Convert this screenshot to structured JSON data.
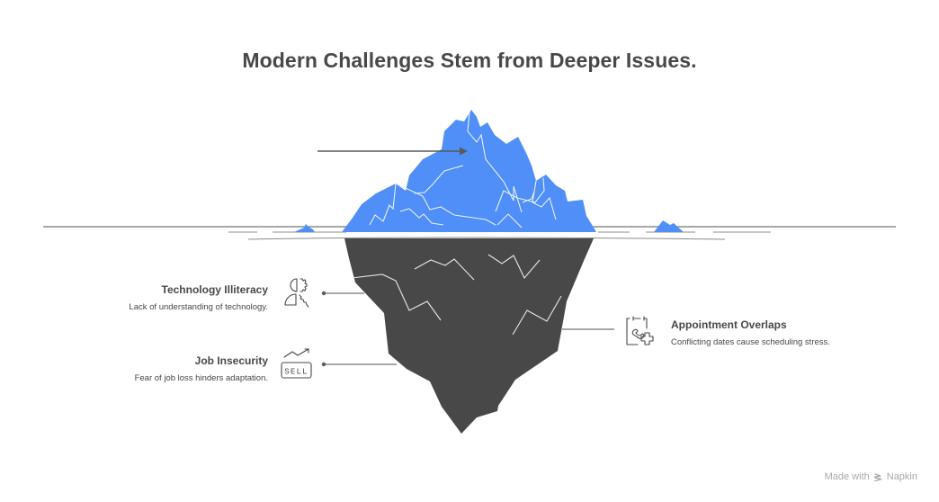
{
  "title": "Modern Challenges Stem from Deeper Issues.",
  "colors": {
    "tip": "#4f8ff7",
    "base": "#484848",
    "line": "#8c8c8c",
    "text": "#484848",
    "footer": "#a8a8a8"
  },
  "items": [
    {
      "heading": "Technology Illiteracy",
      "description": "Lack of understanding of technology.",
      "icon": "person-gear-icon",
      "side": "left"
    },
    {
      "heading": "Job Insecurity",
      "description": "Fear of job loss hinders adaptation.",
      "icon": "sell-trend-icon",
      "side": "left"
    },
    {
      "heading": "Appointment Overlaps",
      "description": "Conflicting dates cause scheduling stress.",
      "icon": "calendar-phone-plus-icon",
      "side": "right"
    }
  ],
  "footer": {
    "prefix": "Made with",
    "brand": "Napkin",
    "icon": "napkin-logo-icon"
  }
}
